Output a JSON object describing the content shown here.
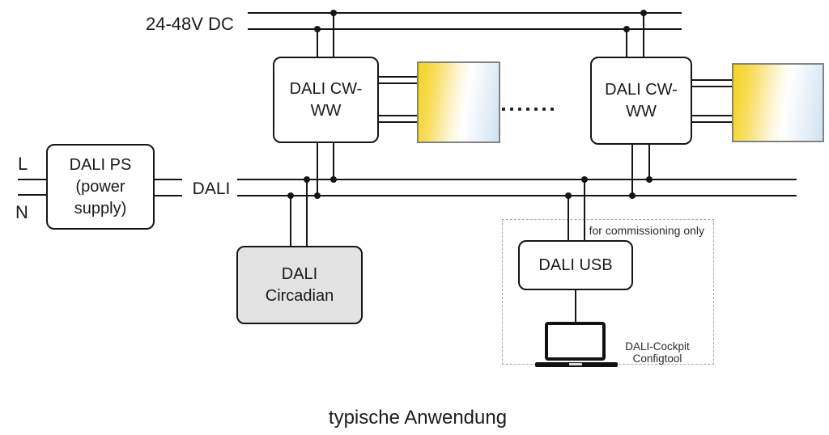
{
  "caption": "typische Anwendung",
  "buses": {
    "power_label": "24-48V DC",
    "dali_label": "DALI"
  },
  "terminals": {
    "live": "L",
    "neutral": "N"
  },
  "boxes": {
    "power_supply": {
      "lines": [
        "DALI PS",
        "(power",
        "supply)"
      ]
    },
    "driver1": {
      "lines": [
        "DALI CW-",
        "WW"
      ]
    },
    "driver2": {
      "lines": [
        "DALI CW-",
        "WW"
      ]
    },
    "circadian": {
      "lines": [
        "DALI",
        "Circadian"
      ]
    },
    "usb": {
      "lines": [
        "DALI USB"
      ]
    }
  },
  "commissioning": {
    "note": "for commissioning only",
    "tool": [
      "DALI-Cockpit",
      "Configtool"
    ]
  },
  "ellipsis_dot_count": 7,
  "colors": {
    "wire": "#151515",
    "led_warm": "#f5d322",
    "led_cool": "#cfe2f1",
    "circadian_fill": "#e3e3e3"
  }
}
